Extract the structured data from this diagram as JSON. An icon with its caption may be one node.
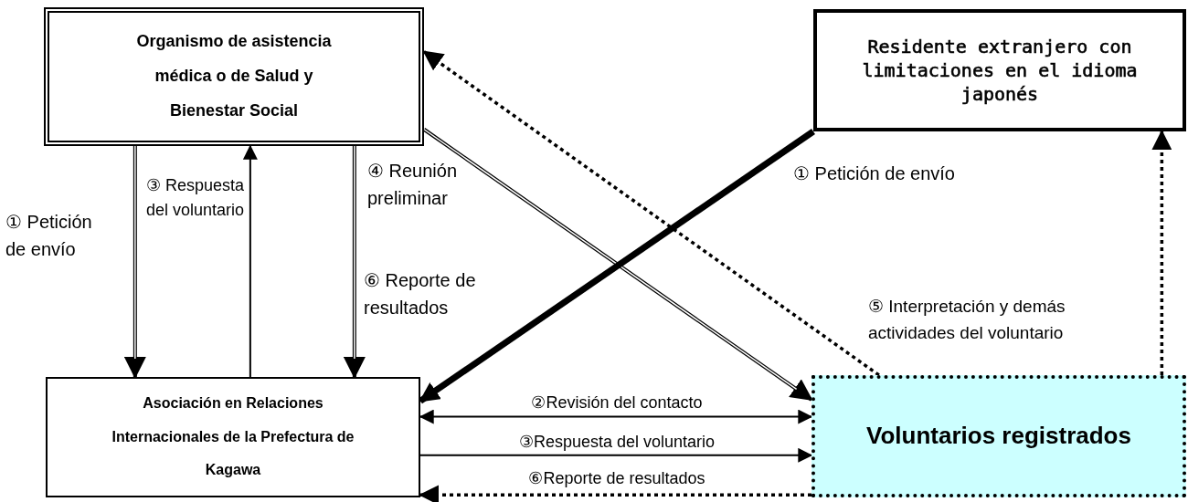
{
  "diagram": {
    "nodes": [
      {
        "text": [
          "Organismo de asistencia médica o de Salud y Bienestar Social"
        ]
      },
      {
        "text": [
          "Residente extranjero con limitaciones en el idioma japonés"
        ]
      },
      {
        "text": [
          "Asociación en Relaciones Internacionales de la Prefectura de　Kagawa"
        ]
      },
      {
        "text": [
          "Voluntarios registrados"
        ]
      }
    ],
    "edges": [
      {
        "from": 0,
        "to": 2,
        "arrow": "to",
        "label": "① Petición de envío"
      },
      {
        "from": 2,
        "to": 0,
        "arrow": "to",
        "label": "③ Respuesta del voluntario"
      },
      {
        "from": 0,
        "to": 2,
        "arrow": "to",
        "label": "⑥ Reporte de resultados"
      },
      {
        "from": 0,
        "to": 3,
        "arrow": "to",
        "label": "④ Reunión preliminar"
      },
      {
        "from": 1,
        "to": 2,
        "arrow": "to",
        "label": "① Petición de envío",
        "style": "thick"
      },
      {
        "from": 3,
        "to": 0,
        "arrow": "to",
        "label": "⑤ Interpretación y demás actividades del voluntario",
        "style": "dashed"
      },
      {
        "from": 3,
        "to": 1,
        "arrow": "to",
        "style": "dashed"
      },
      {
        "from": 2,
        "to": 3,
        "arrow": "both",
        "label": "②Revisión del contacto"
      },
      {
        "from": 2,
        "to": 3,
        "arrow": "to",
        "label": "③Respuesta del voluntario"
      },
      {
        "from": 3,
        "to": 2,
        "arrow": "to",
        "label": "⑥Reporte de resultados",
        "style": "dashed"
      }
    ]
  }
}
